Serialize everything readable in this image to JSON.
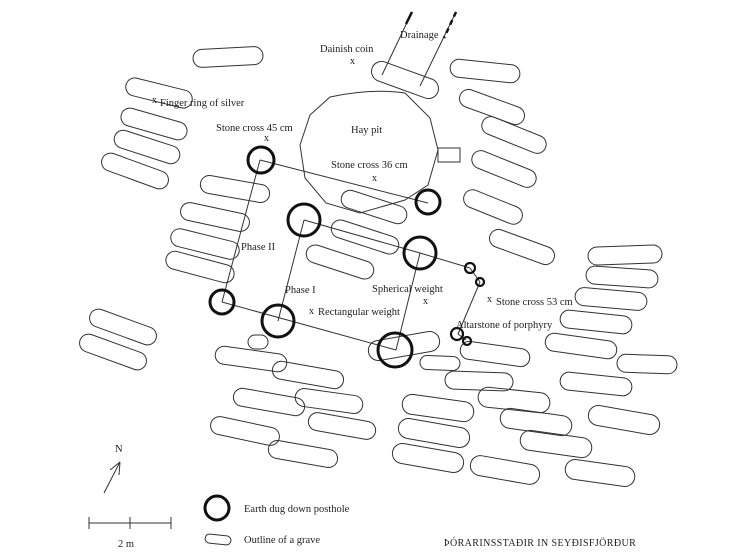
{
  "labels": {
    "drainage": "Drainage",
    "coin": "Dainish coin",
    "ring": "Finger ring of silver",
    "cross45": "Stone cross 45 cm",
    "haypit": "Hay pit",
    "cross36": "Stone cross 36 cm",
    "phase2": "Phase  II",
    "phase1": "Phase  I",
    "spherical": "Spherical weight",
    "rectangular": "Rectangular weight",
    "cross53": "Stone cross 53 cm",
    "altarstone": "Altarstone of porphyry"
  },
  "marker": "x",
  "north": {
    "label": "N"
  },
  "scale": {
    "label": "2 m"
  },
  "legend": {
    "posthole": "Earth dug down posthole",
    "grave": "Outline of a grave"
  },
  "site_title": "ÞÓRARINSSTAÐIR IN SEYÐISFJÖRÐUR"
}
